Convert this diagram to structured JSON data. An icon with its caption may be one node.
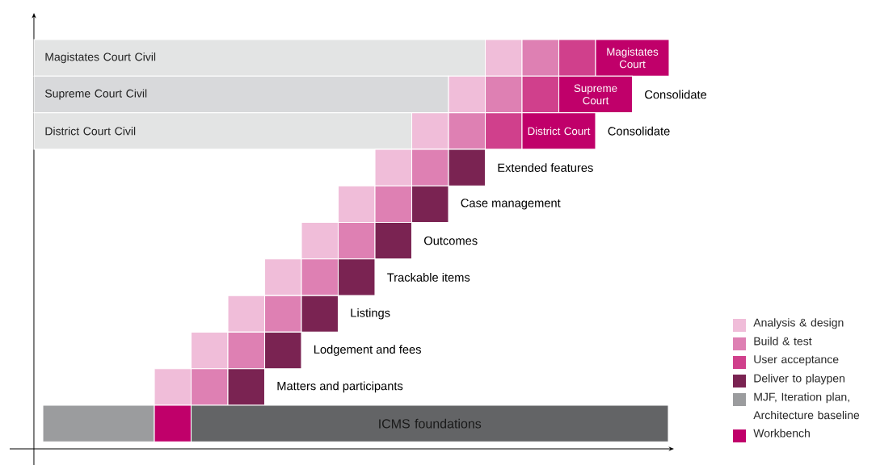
{
  "diagram": {
    "nodes": [
      {
        "text": [
          "Magistates Court Civil"
        ]
      },
      {
        "text": [],
        "shape": "box"
      },
      {
        "text": [],
        "shape": "box"
      },
      {
        "text": [],
        "shape": "box"
      },
      {
        "text": [
          "Magistates Court"
        ]
      },
      {
        "text": [
          "Supreme Court Civil"
        ]
      },
      {
        "text": [],
        "shape": "box"
      },
      {
        "text": [],
        "shape": "box"
      },
      {
        "text": [],
        "shape": "box"
      },
      {
        "text": [
          "Supreme Court"
        ],
        "beside": [
          "Consolidate"
        ]
      },
      {
        "text": [
          "District Court Civil"
        ]
      },
      {
        "text": [],
        "shape": "box"
      },
      {
        "text": [],
        "shape": "box"
      },
      {
        "text": [],
        "shape": "box"
      },
      {
        "text": [
          "District Court"
        ],
        "beside": [
          "Consolidate"
        ]
      },
      {
        "text": [],
        "shape": "box"
      },
      {
        "text": [],
        "shape": "box"
      },
      {
        "text": [],
        "shape": "box",
        "beside": [
          "Extended features"
        ]
      },
      {
        "text": [],
        "shape": "box"
      },
      {
        "text": [],
        "shape": "box"
      },
      {
        "text": [],
        "shape": "box",
        "beside": [
          "Case management"
        ]
      },
      {
        "text": [],
        "shape": "box"
      },
      {
        "text": [],
        "shape": "box"
      },
      {
        "text": [],
        "shape": "box",
        "beside": [
          "Outcomes"
        ]
      },
      {
        "text": [],
        "shape": "box"
      },
      {
        "text": [],
        "shape": "box"
      },
      {
        "text": [],
        "shape": "box",
        "beside": [
          "Trackable items"
        ]
      },
      {
        "text": [],
        "shape": "box"
      },
      {
        "text": [],
        "shape": "box"
      },
      {
        "text": [],
        "shape": "box",
        "beside": [
          "Listings"
        ]
      },
      {
        "text": [],
        "shape": "box"
      },
      {
        "text": [],
        "shape": "box"
      },
      {
        "text": [],
        "shape": "box",
        "beside": [
          "Lodgement and fees"
        ]
      },
      {
        "text": [],
        "shape": "box"
      },
      {
        "text": [],
        "shape": "box"
      },
      {
        "text": [],
        "shape": "box",
        "beside": [
          "Matters and participants"
        ]
      },
      {
        "text": [],
        "shape": "box"
      },
      {
        "text": [],
        "shape": "box"
      },
      {
        "text": [
          "ICMS foundations"
        ]
      }
    ],
    "legend": [
      {
        "text": "Analysis & design",
        "color": "#f0bdd9"
      },
      {
        "text": "Build & test",
        "color": "#de80b3"
      },
      {
        "text": "User acceptance",
        "color": "#d0408c"
      },
      {
        "text": "Deliver to playpen",
        "color": "#7a2352"
      },
      {
        "text": "MJF, Iteration plan, Architecture baseline",
        "color": "#9b9c9e"
      },
      {
        "text": "Workbench",
        "color": "#c0006a"
      }
    ]
  }
}
